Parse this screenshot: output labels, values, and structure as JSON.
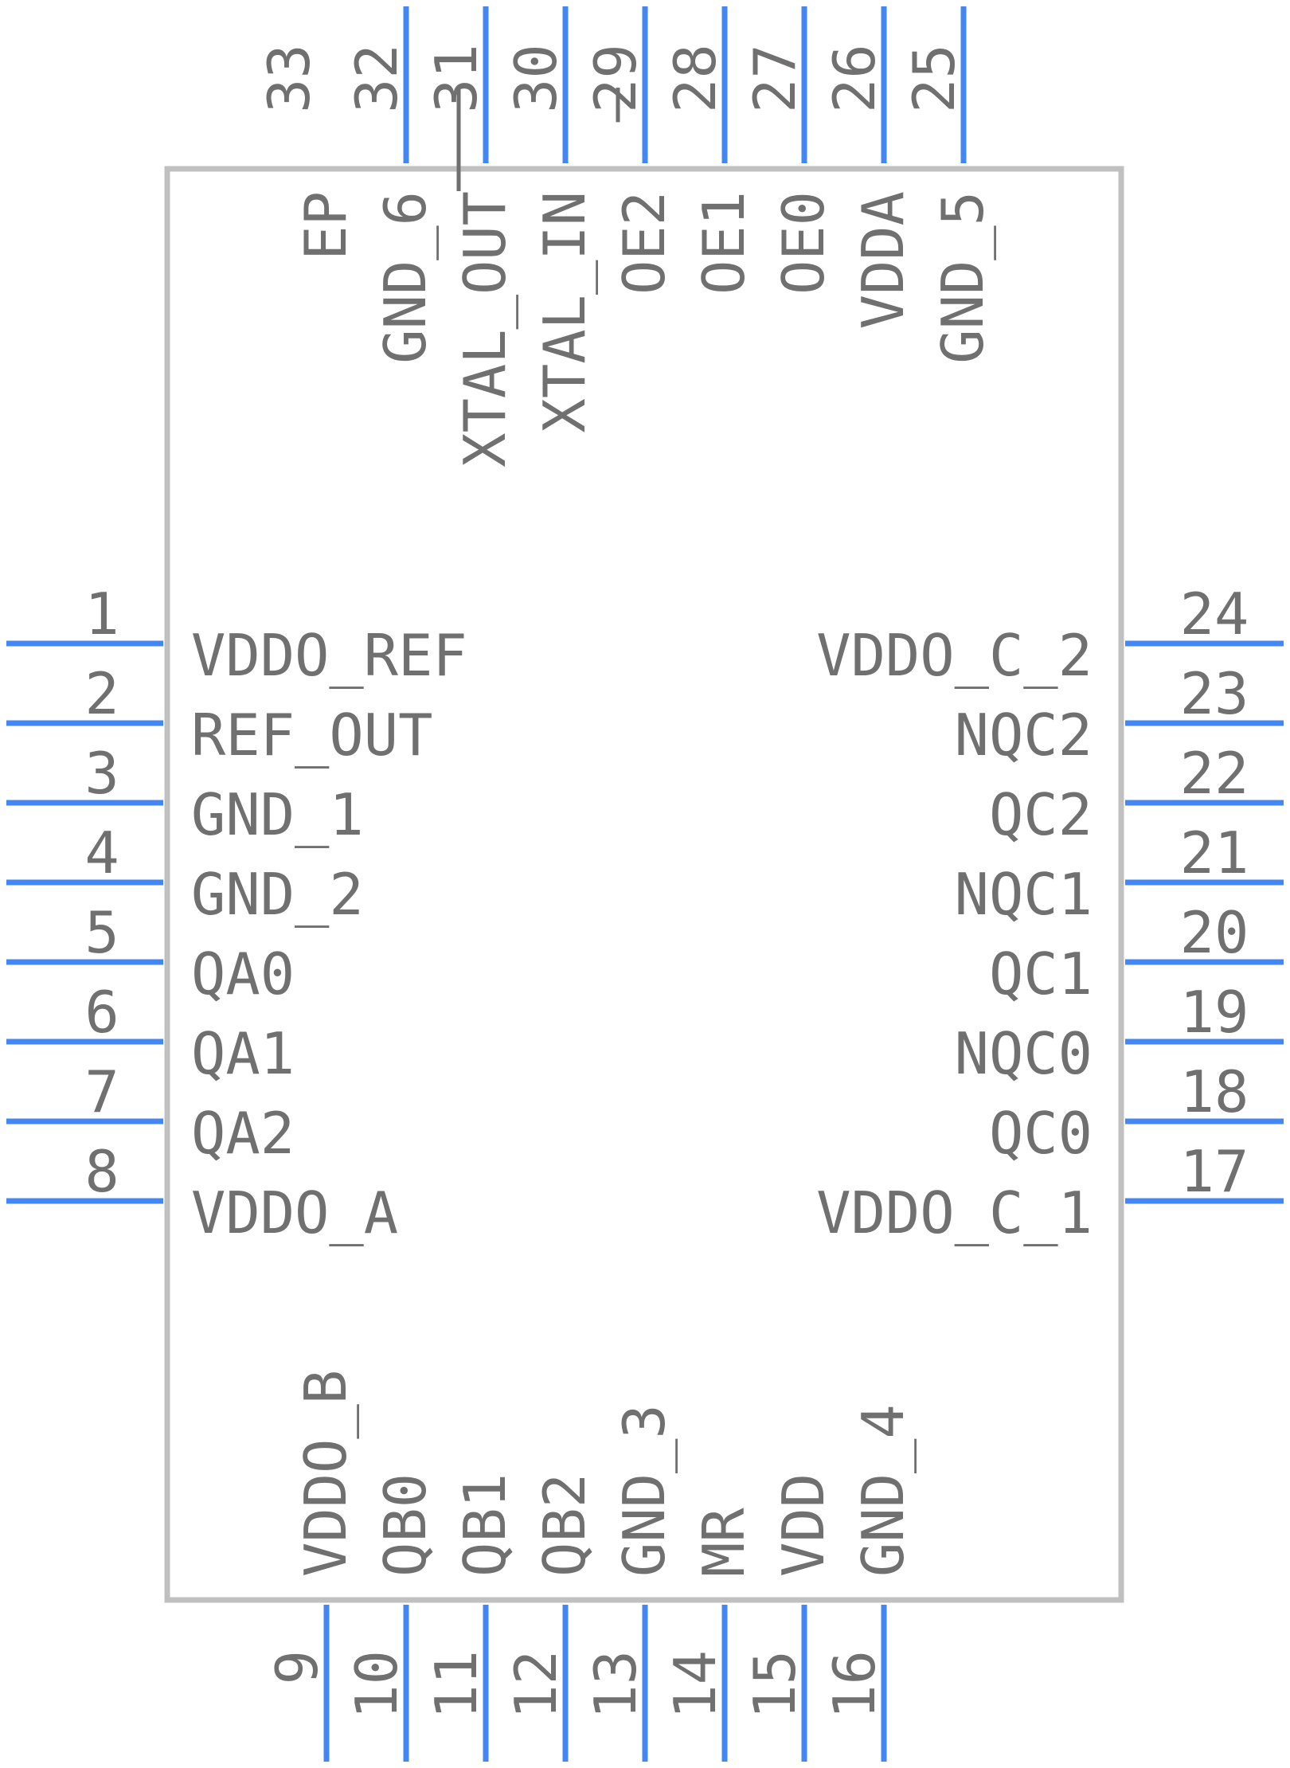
{
  "colors": {
    "pin": "#4287f5",
    "body": "#c0c0c0",
    "text": "#707070"
  },
  "pins": {
    "left": [
      {
        "num": "1",
        "name": "VDDO_REF"
      },
      {
        "num": "2",
        "name": "REF_OUT"
      },
      {
        "num": "3",
        "name": "GND_1"
      },
      {
        "num": "4",
        "name": "GND_2"
      },
      {
        "num": "5",
        "name": "QA0"
      },
      {
        "num": "6",
        "name": "QA1"
      },
      {
        "num": "7",
        "name": "QA2"
      },
      {
        "num": "8",
        "name": "VDDO_A"
      }
    ],
    "right": [
      {
        "num": "24",
        "name": "VDDO_C_2"
      },
      {
        "num": "23",
        "name": "NQC2"
      },
      {
        "num": "22",
        "name": "QC2"
      },
      {
        "num": "21",
        "name": "NQC1"
      },
      {
        "num": "20",
        "name": "QC1"
      },
      {
        "num": "19",
        "name": "NQC0"
      },
      {
        "num": "18",
        "name": "QC0"
      },
      {
        "num": "17",
        "name": "VDDO_C_1"
      }
    ],
    "top": [
      {
        "num": "33",
        "name": "EP"
      },
      {
        "num": "32",
        "name": "GND_6"
      },
      {
        "num": "31",
        "name": "XTAL_OUT"
      },
      {
        "num": "30",
        "name": "XTAL_IN"
      },
      {
        "num": "29",
        "name": "OE2"
      },
      {
        "num": "28",
        "name": "OE1"
      },
      {
        "num": "27",
        "name": "OE0"
      },
      {
        "num": "26",
        "name": "VDDA"
      },
      {
        "num": "25",
        "name": "GND_5"
      }
    ],
    "bottom": [
      {
        "num": "9",
        "name": "VDDO_B"
      },
      {
        "num": "10",
        "name": "QB0"
      },
      {
        "num": "11",
        "name": "QB1"
      },
      {
        "num": "12",
        "name": "QB2"
      },
      {
        "num": "13",
        "name": "GND_3"
      },
      {
        "num": "14",
        "name": "MR"
      },
      {
        "num": "15",
        "name": "VDD"
      },
      {
        "num": "16",
        "name": "GND_4"
      }
    ]
  }
}
